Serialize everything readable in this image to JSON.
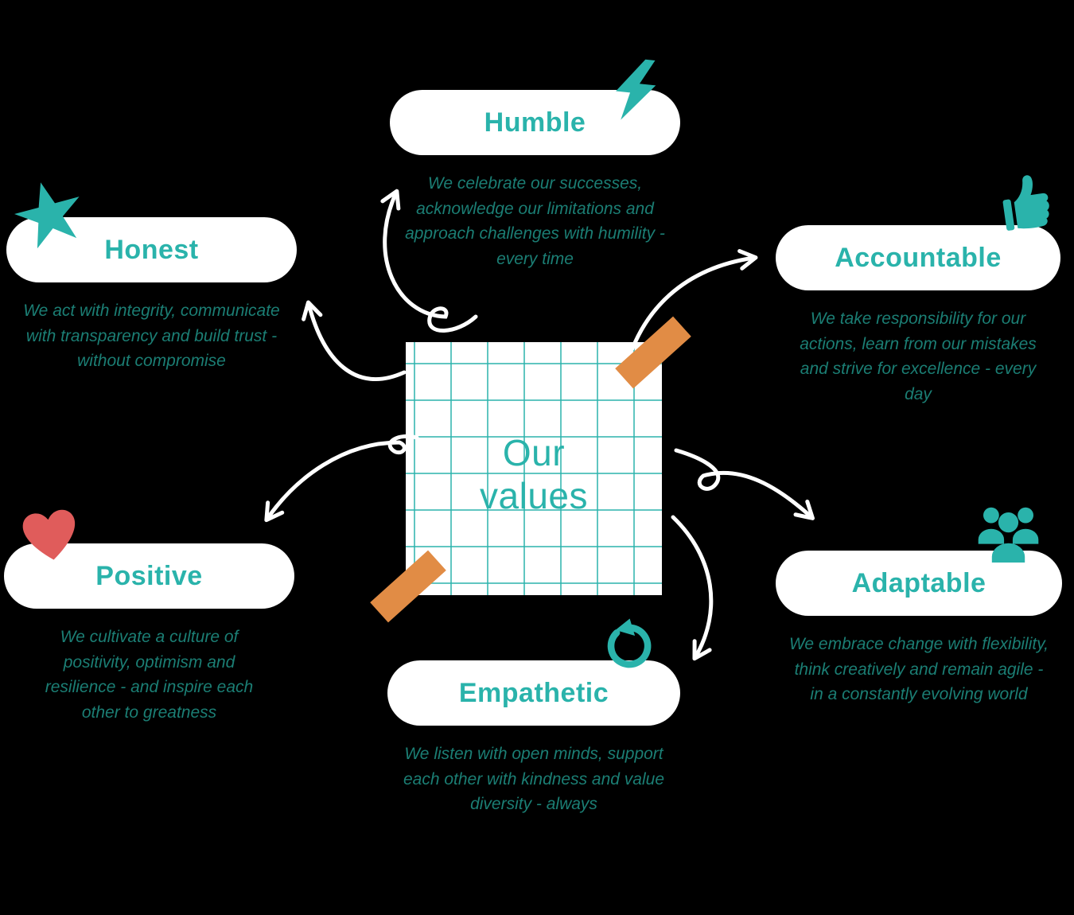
{
  "center": {
    "title_line1": "Our",
    "title_line2": "values"
  },
  "values": [
    {
      "id": "humble",
      "label": "Humble",
      "icon": "lightning-icon",
      "description": "We celebrate our successes, acknowledge our limitations and approach challenges with humility - every time"
    },
    {
      "id": "honest",
      "label": "Honest",
      "icon": "star-icon",
      "description": "We act with integrity, communicate with transparency and build trust - without compromise"
    },
    {
      "id": "accountable",
      "label": "Accountable",
      "icon": "thumbs-up-icon",
      "description": "We take responsibility for our actions, learn from our mistakes and strive for excellence - every day"
    },
    {
      "id": "positive",
      "label": "Positive",
      "icon": "heart-icon",
      "description": "We cultivate a culture of positivity, optimism and resilience - and inspire each other to greatness"
    },
    {
      "id": "adaptable",
      "label": "Adaptable",
      "icon": "people-icon",
      "description": "We embrace change with flexibility, think creatively and remain agile - in a constantly evolving world"
    },
    {
      "id": "empathetic",
      "label": "Empathetic",
      "icon": "cycle-icon",
      "description": "We listen with open minds, support each other with kindness and value diversity - always"
    }
  ],
  "colors": {
    "teal": "#2ab3ab",
    "teal_dark": "#1b7e74",
    "white": "#ffffff",
    "orange": "#e18c45",
    "red": "#e05c5b",
    "background": "#000000"
  }
}
